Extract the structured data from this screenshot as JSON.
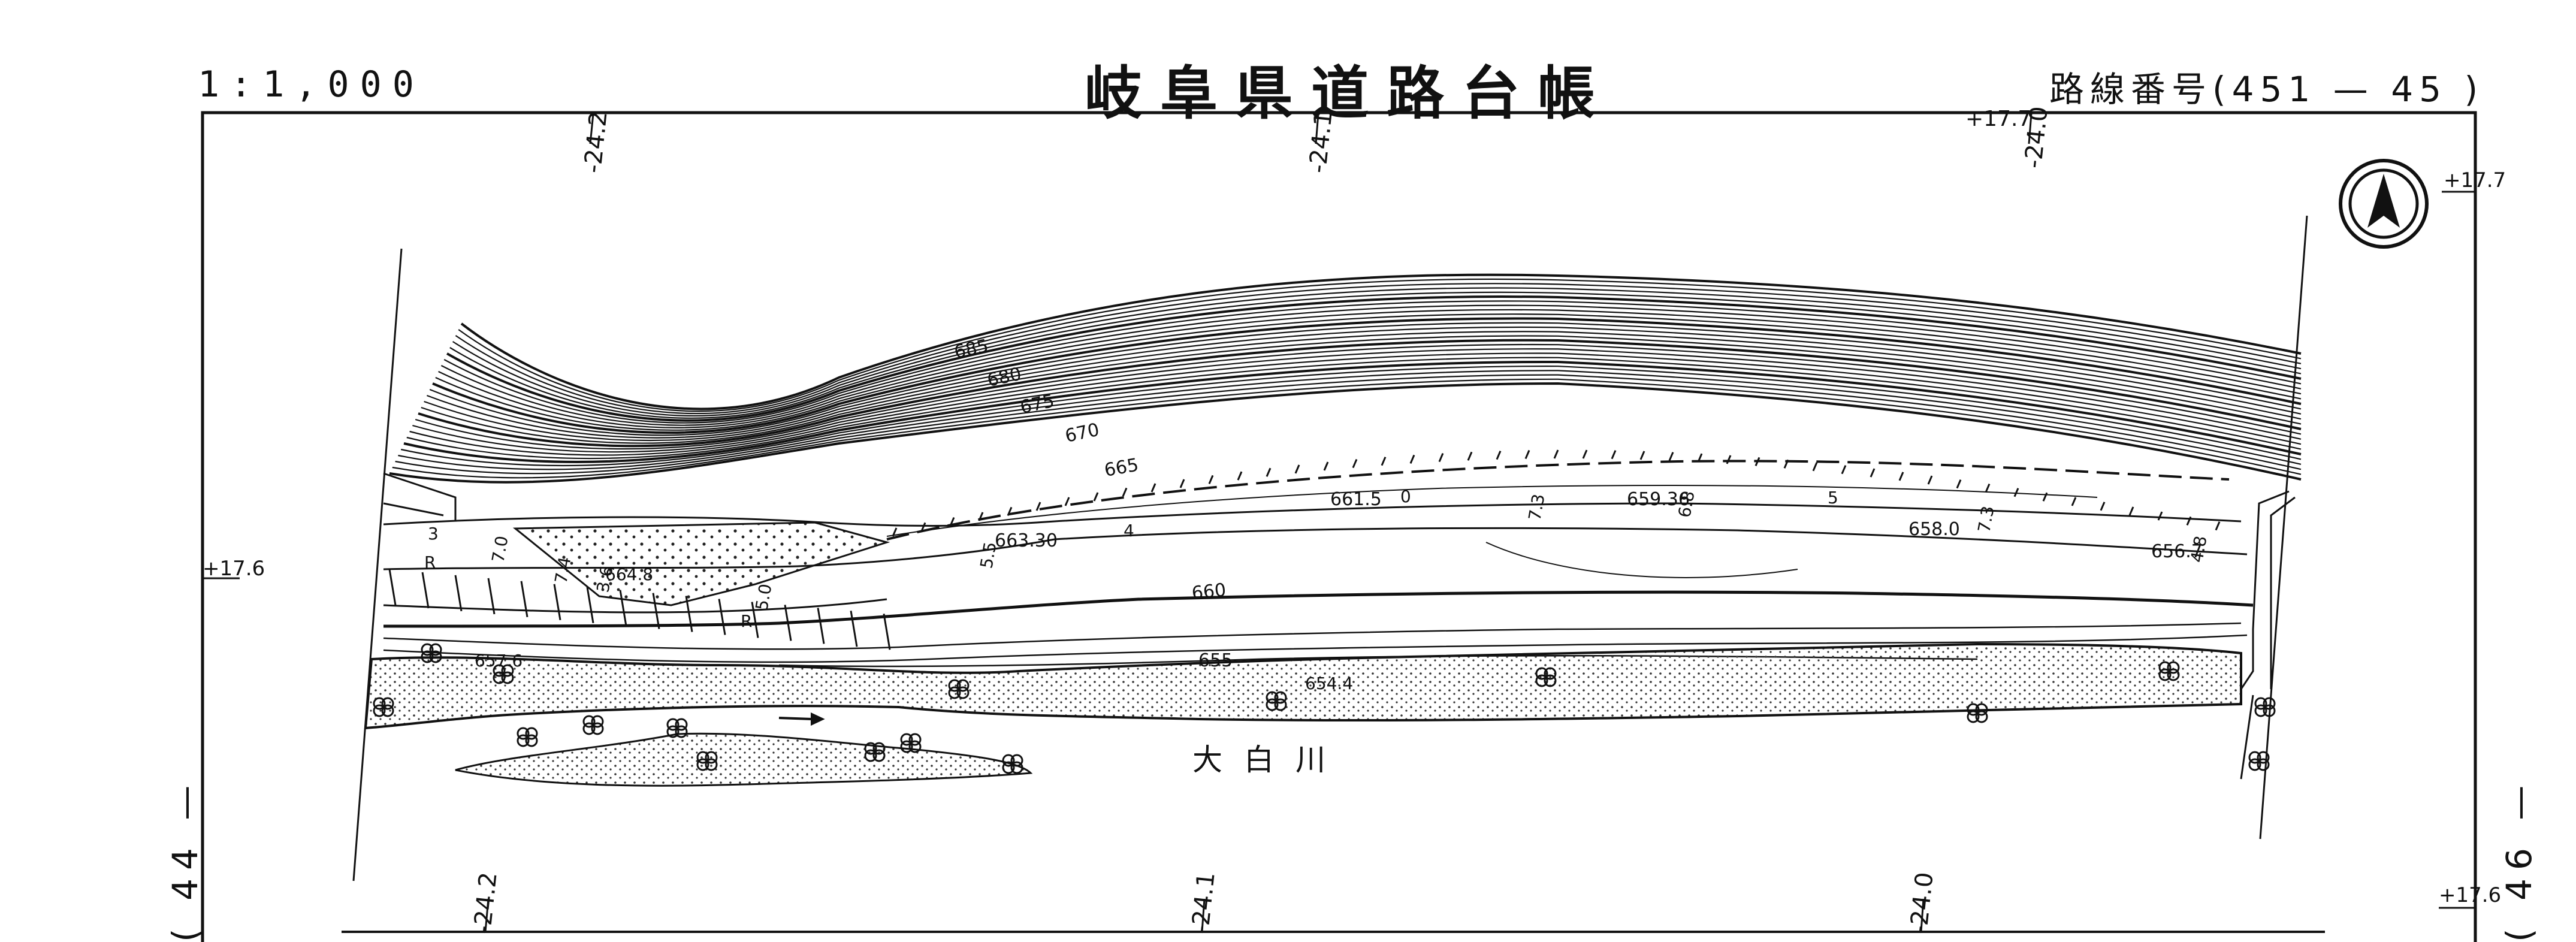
{
  "header": {
    "scale": "1:1,000",
    "title": "岐阜県道路台帳",
    "route_label": "路線番号",
    "route_number": "(451 — 45 )"
  },
  "side_labels": {
    "left": "( 44 —",
    "right": "( 46 —"
  },
  "grid_labels": {
    "top": [
      "-24.2",
      "-24.1",
      "-24.0",
      "+17.7"
    ],
    "bottom": [
      "-24.2",
      "-24.1",
      "-24.0"
    ],
    "left": "+17.6",
    "right_top": "+17.7",
    "right_bottom": "+17.6"
  },
  "contours": {
    "top": [
      "685",
      "680",
      "675",
      "670",
      "665"
    ],
    "bottom": [
      "660",
      "655"
    ]
  },
  "spot_heights": [
    "661.5",
    "663.30",
    "659.36",
    "658.0",
    "656.7",
    "664.8",
    "657.6",
    "654.4"
  ],
  "road_widths": [
    "3",
    "7.0",
    "7.4",
    "3.6",
    "5.0",
    "5.5",
    "4",
    "7.3",
    "6.8",
    "5",
    "7.3",
    "4.8"
  ],
  "road_marks": [
    "R",
    "R",
    "0"
  ],
  "river_name": "大白川",
  "north_arrow": "north-arrow",
  "colors": {
    "line": "#111111",
    "paper": "#ffffff"
  }
}
